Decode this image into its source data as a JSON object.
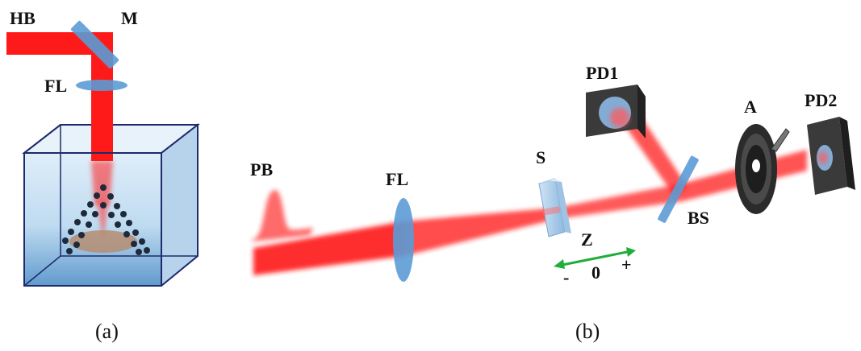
{
  "panel_a": {
    "caption": "(a)",
    "labels": {
      "hb": "HB",
      "mirror": "M",
      "lens": "FL"
    }
  },
  "panel_b": {
    "caption": "(b)",
    "labels": {
      "pulse": "PB",
      "lens": "FL",
      "sample": "S",
      "z_axis": "Z",
      "z_minus": "-",
      "z_zero": "0",
      "z_plus": "+",
      "beam_splitter": "BS",
      "detector_1": "PD1",
      "aperture": "A",
      "detector_2": "PD2"
    }
  },
  "colors": {
    "beam": "#ff1a1a",
    "optic": "#5b9bd5",
    "z_arrow": "#1fae3a",
    "water": "#8fc3e6",
    "detector": "#3a3a3a"
  }
}
